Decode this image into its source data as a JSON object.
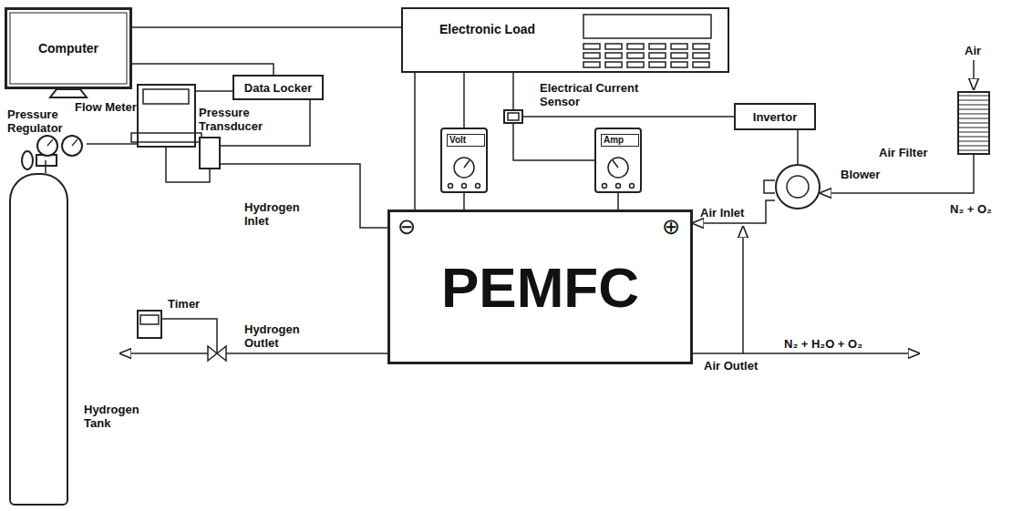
{
  "diagram": {
    "nodes": [
      {
        "text": [
          "Computer"
        ]
      },
      {
        "text": [
          "Electronic Load"
        ]
      },
      {
        "text": [
          "Data Locker"
        ]
      },
      {
        "text": [
          "Flow Meter"
        ]
      },
      {
        "text": [
          "Pressure Regulator"
        ]
      },
      {
        "text": [
          "Pressure Transducer"
        ]
      },
      {
        "text": [
          "Hydrogen Tank"
        ]
      },
      {
        "text": [
          "Timer"
        ]
      },
      {
        "text": [
          "Volt"
        ]
      },
      {
        "text": [
          "Electrical Current Sensor"
        ]
      },
      {
        "text": [
          "Amp"
        ]
      },
      {
        "text": [
          "Invertor"
        ]
      },
      {
        "text": [
          "Air Filter"
        ]
      },
      {
        "text": [
          "Blower"
        ]
      },
      {
        "text": [
          "PEMFC"
        ]
      }
    ],
    "edges": [
      {
        "from": 0,
        "to": 1,
        "arrow": "none"
      },
      {
        "from": 0,
        "to": 2,
        "arrow": "none"
      },
      {
        "from": 3,
        "to": 2,
        "arrow": "none"
      },
      {
        "from": 2,
        "to": 5,
        "arrow": "none"
      },
      {
        "from": 6,
        "to": 4,
        "arrow": "none"
      },
      {
        "from": 4,
        "to": 3,
        "arrow": "none"
      },
      {
        "from": 3,
        "to": 5,
        "arrow": "none"
      },
      {
        "from": 5,
        "to": 14,
        "arrow": "none"
      },
      {
        "from": 1,
        "to": 14,
        "arrow": "none"
      },
      {
        "from": 1,
        "to": 8,
        "arrow": "none"
      },
      {
        "from": 1,
        "to": 9,
        "arrow": "none"
      },
      {
        "from": 8,
        "to": 14,
        "arrow": "none"
      },
      {
        "from": 9,
        "to": 11,
        "arrow": "none"
      },
      {
        "from": 9,
        "to": 10,
        "arrow": "none"
      },
      {
        "from": 10,
        "to": 14,
        "arrow": "none"
      },
      {
        "from": 11,
        "to": 13,
        "arrow": "none"
      },
      {
        "from": 12,
        "to": 13,
        "arrow": "to"
      },
      {
        "from": 13,
        "to": 14,
        "arrow": "to"
      }
    ],
    "labels": [
      "Hydrogen Inlet",
      "Air Inlet",
      "Hydrogen Outlet",
      "Air Outlet",
      "N₂ + H₂O + O₂",
      "Air",
      "N₂ + O₂",
      "⊖",
      "⊕"
    ]
  }
}
